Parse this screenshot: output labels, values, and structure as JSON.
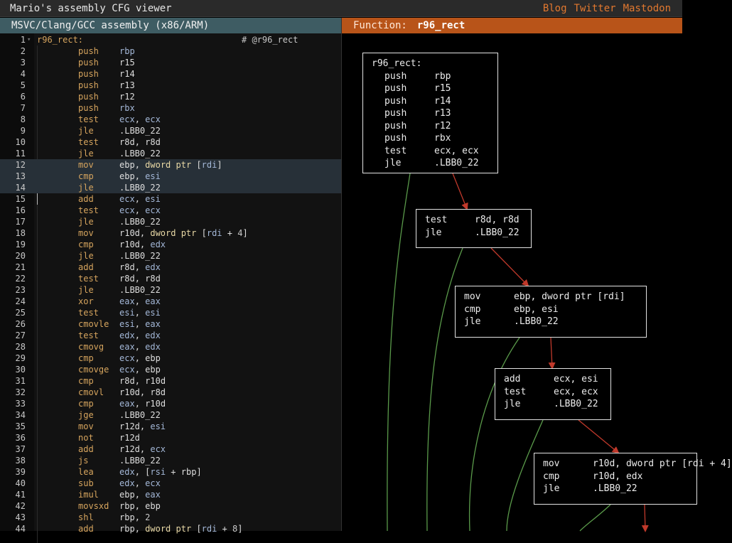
{
  "app": {
    "title": "Mario's assembly CFG viewer",
    "links": [
      "Blog",
      "Twitter",
      "Mastodon"
    ]
  },
  "left_panel": {
    "title": "MSVC/Clang/GCC assembly (x86/ARM)"
  },
  "right_panel": {
    "label": "Function:",
    "function_name": "r96_rect"
  },
  "editor": {
    "lines": [
      {
        "n": "1",
        "label": "r96_rect:",
        "comment": "# @r96_rect",
        "fold": true
      },
      {
        "n": "2",
        "mn": "push",
        "ops": [
          [
            "rbp",
            "reg"
          ]
        ]
      },
      {
        "n": "3",
        "mn": "push",
        "ops": [
          [
            "r15",
            "reg2"
          ]
        ]
      },
      {
        "n": "4",
        "mn": "push",
        "ops": [
          [
            "r14",
            "reg2"
          ]
        ]
      },
      {
        "n": "5",
        "mn": "push",
        "ops": [
          [
            "r13",
            "reg2"
          ]
        ]
      },
      {
        "n": "6",
        "mn": "push",
        "ops": [
          [
            "r12",
            "reg2"
          ]
        ]
      },
      {
        "n": "7",
        "mn": "push",
        "ops": [
          [
            "rbx",
            "reg"
          ]
        ]
      },
      {
        "n": "8",
        "mn": "test",
        "ops": [
          [
            "ecx",
            "reg"
          ],
          [
            ", ",
            ""
          ],
          [
            "ecx",
            "reg"
          ]
        ]
      },
      {
        "n": "9",
        "mn": "jle",
        "ops": [
          [
            ".LBB0_22",
            "reg2"
          ]
        ]
      },
      {
        "n": "10",
        "mn": "test",
        "ops": [
          [
            "r8d",
            "reg2"
          ],
          [
            ", ",
            ""
          ],
          [
            "r8d",
            "reg2"
          ]
        ]
      },
      {
        "n": "11",
        "mn": "jle",
        "ops": [
          [
            ".LBB0_22",
            "reg2"
          ]
        ]
      },
      {
        "n": "12",
        "mn": "mov",
        "ops": [
          [
            "ebp",
            "reg2"
          ],
          [
            ", ",
            ""
          ],
          [
            "dword ptr",
            "kw"
          ],
          [
            " [",
            ""
          ],
          [
            "rdi",
            "reg"
          ],
          [
            "]",
            ""
          ]
        ],
        "hl": true
      },
      {
        "n": "13",
        "mn": "cmp",
        "ops": [
          [
            "ebp",
            "reg2"
          ],
          [
            ", ",
            ""
          ],
          [
            "esi",
            "reg"
          ]
        ],
        "hl": true
      },
      {
        "n": "14",
        "mn": "jle",
        "ops": [
          [
            ".LBB0_22",
            "reg2"
          ]
        ],
        "hl": true
      },
      {
        "n": "15",
        "mn": "add",
        "ops": [
          [
            "ecx",
            "reg"
          ],
          [
            ", ",
            ""
          ],
          [
            "esi",
            "reg"
          ]
        ],
        "cursor": true
      },
      {
        "n": "16",
        "mn": "test",
        "ops": [
          [
            "ecx",
            "reg"
          ],
          [
            ", ",
            ""
          ],
          [
            "ecx",
            "reg"
          ]
        ]
      },
      {
        "n": "17",
        "mn": "jle",
        "ops": [
          [
            ".LBB0_22",
            "reg2"
          ]
        ]
      },
      {
        "n": "18",
        "mn": "mov",
        "ops": [
          [
            "r10d",
            "reg2"
          ],
          [
            ", ",
            ""
          ],
          [
            "dword ptr",
            "kw"
          ],
          [
            " [",
            ""
          ],
          [
            "rdi",
            "reg"
          ],
          [
            " + ",
            ""
          ],
          [
            "4",
            "num"
          ],
          [
            "]",
            ""
          ]
        ]
      },
      {
        "n": "19",
        "mn": "cmp",
        "ops": [
          [
            "r10d",
            "reg2"
          ],
          [
            ", ",
            ""
          ],
          [
            "edx",
            "reg"
          ]
        ]
      },
      {
        "n": "20",
        "mn": "jle",
        "ops": [
          [
            ".LBB0_22",
            "reg2"
          ]
        ]
      },
      {
        "n": "21",
        "mn": "add",
        "ops": [
          [
            "r8d",
            "reg2"
          ],
          [
            ", ",
            ""
          ],
          [
            "edx",
            "reg"
          ]
        ]
      },
      {
        "n": "22",
        "mn": "test",
        "ops": [
          [
            "r8d",
            "reg2"
          ],
          [
            ", ",
            ""
          ],
          [
            "r8d",
            "reg2"
          ]
        ]
      },
      {
        "n": "23",
        "mn": "jle",
        "ops": [
          [
            ".LBB0_22",
            "reg2"
          ]
        ]
      },
      {
        "n": "24",
        "mn": "xor",
        "ops": [
          [
            "eax",
            "reg"
          ],
          [
            ", ",
            ""
          ],
          [
            "eax",
            "reg"
          ]
        ]
      },
      {
        "n": "25",
        "mn": "test",
        "ops": [
          [
            "esi",
            "reg"
          ],
          [
            ", ",
            ""
          ],
          [
            "esi",
            "reg"
          ]
        ]
      },
      {
        "n": "26",
        "mn": "cmovle",
        "ops": [
          [
            "esi",
            "reg"
          ],
          [
            ", ",
            ""
          ],
          [
            "eax",
            "reg"
          ]
        ]
      },
      {
        "n": "27",
        "mn": "test",
        "ops": [
          [
            "edx",
            "reg"
          ],
          [
            ", ",
            ""
          ],
          [
            "edx",
            "reg"
          ]
        ]
      },
      {
        "n": "28",
        "mn": "cmovg",
        "ops": [
          [
            "eax",
            "reg"
          ],
          [
            ", ",
            ""
          ],
          [
            "edx",
            "reg"
          ]
        ]
      },
      {
        "n": "29",
        "mn": "cmp",
        "ops": [
          [
            "ecx",
            "reg"
          ],
          [
            ", ",
            ""
          ],
          [
            "ebp",
            "reg2"
          ]
        ]
      },
      {
        "n": "30",
        "mn": "cmovge",
        "ops": [
          [
            "ecx",
            "reg"
          ],
          [
            ", ",
            ""
          ],
          [
            "ebp",
            "reg2"
          ]
        ]
      },
      {
        "n": "31",
        "mn": "cmp",
        "ops": [
          [
            "r8d",
            "reg2"
          ],
          [
            ", ",
            ""
          ],
          [
            "r10d",
            "reg2"
          ]
        ]
      },
      {
        "n": "32",
        "mn": "cmovl",
        "ops": [
          [
            "r10d",
            "reg2"
          ],
          [
            ", ",
            ""
          ],
          [
            "r8d",
            "reg2"
          ]
        ]
      },
      {
        "n": "33",
        "mn": "cmp",
        "ops": [
          [
            "eax",
            "reg"
          ],
          [
            ", ",
            ""
          ],
          [
            "r10d",
            "reg2"
          ]
        ]
      },
      {
        "n": "34",
        "mn": "jge",
        "ops": [
          [
            ".LBB0_22",
            "reg2"
          ]
        ]
      },
      {
        "n": "35",
        "mn": "mov",
        "ops": [
          [
            "r12d",
            "reg2"
          ],
          [
            ", ",
            ""
          ],
          [
            "esi",
            "reg"
          ]
        ]
      },
      {
        "n": "36",
        "mn": "not",
        "ops": [
          [
            "r12d",
            "reg2"
          ]
        ]
      },
      {
        "n": "37",
        "mn": "add",
        "ops": [
          [
            "r12d",
            "reg2"
          ],
          [
            ", ",
            ""
          ],
          [
            "ecx",
            "reg"
          ]
        ]
      },
      {
        "n": "38",
        "mn": "js",
        "ops": [
          [
            ".LBB0_22",
            "reg2"
          ]
        ]
      },
      {
        "n": "39",
        "mn": "lea",
        "ops": [
          [
            "edx",
            "reg"
          ],
          [
            ", [",
            ""
          ],
          [
            "rsi",
            "reg"
          ],
          [
            " + ",
            ""
          ],
          [
            "rbp",
            "reg2"
          ],
          [
            "]",
            ""
          ]
        ]
      },
      {
        "n": "40",
        "mn": "sub",
        "ops": [
          [
            "edx",
            "reg"
          ],
          [
            ", ",
            ""
          ],
          [
            "ecx",
            "reg"
          ]
        ]
      },
      {
        "n": "41",
        "mn": "imul",
        "ops": [
          [
            "ebp",
            "reg2"
          ],
          [
            ", ",
            ""
          ],
          [
            "eax",
            "reg"
          ]
        ]
      },
      {
        "n": "42",
        "mn": "movsxd",
        "ops": [
          [
            "rbp",
            "reg2"
          ],
          [
            ", ",
            ""
          ],
          [
            "ebp",
            "reg2"
          ]
        ]
      },
      {
        "n": "43",
        "mn": "shl",
        "ops": [
          [
            "rbp",
            "reg2"
          ],
          [
            ", ",
            ""
          ],
          [
            "2",
            "num"
          ]
        ]
      },
      {
        "n": "44",
        "mn": "add",
        "ops": [
          [
            "rbp",
            "reg2"
          ],
          [
            ", ",
            ""
          ],
          [
            "dword ptr",
            "kw"
          ],
          [
            " [",
            ""
          ],
          [
            "rdi",
            "reg"
          ],
          [
            " + ",
            ""
          ],
          [
            "8",
            "num"
          ],
          [
            "]",
            ""
          ]
        ]
      }
    ]
  },
  "cfg": {
    "edge_colors": {
      "jump": "#c0392b",
      "fall": "#5a9a4a"
    },
    "blocks": [
      {
        "id": "b0",
        "label": "r96_rect:",
        "insts": [
          [
            "push",
            "rbp"
          ],
          [
            "push",
            "r15"
          ],
          [
            "push",
            "r14"
          ],
          [
            "push",
            "r13"
          ],
          [
            "push",
            "r12"
          ],
          [
            "push",
            "rbx"
          ],
          [
            "test",
            "ecx, ecx"
          ],
          [
            "jle",
            ".LBB0_22"
          ]
        ]
      },
      {
        "id": "b1",
        "insts": [
          [
            "test",
            "r8d, r8d"
          ],
          [
            "jle",
            ".LBB0_22"
          ]
        ]
      },
      {
        "id": "b2",
        "insts": [
          [
            "mov",
            "ebp, dword ptr [rdi]"
          ],
          [
            "cmp",
            "ebp, esi"
          ],
          [
            "jle",
            ".LBB0_22"
          ]
        ]
      },
      {
        "id": "b3",
        "insts": [
          [
            "add",
            "ecx, esi"
          ],
          [
            "test",
            "ecx, ecx"
          ],
          [
            "jle",
            ".LBB0_22"
          ]
        ]
      },
      {
        "id": "b4",
        "insts": [
          [
            "mov",
            "r10d, dword ptr [rdi + 4]"
          ],
          [
            "cmp",
            "r10d, edx"
          ],
          [
            "jle",
            ".LBB0_22"
          ]
        ]
      }
    ]
  }
}
